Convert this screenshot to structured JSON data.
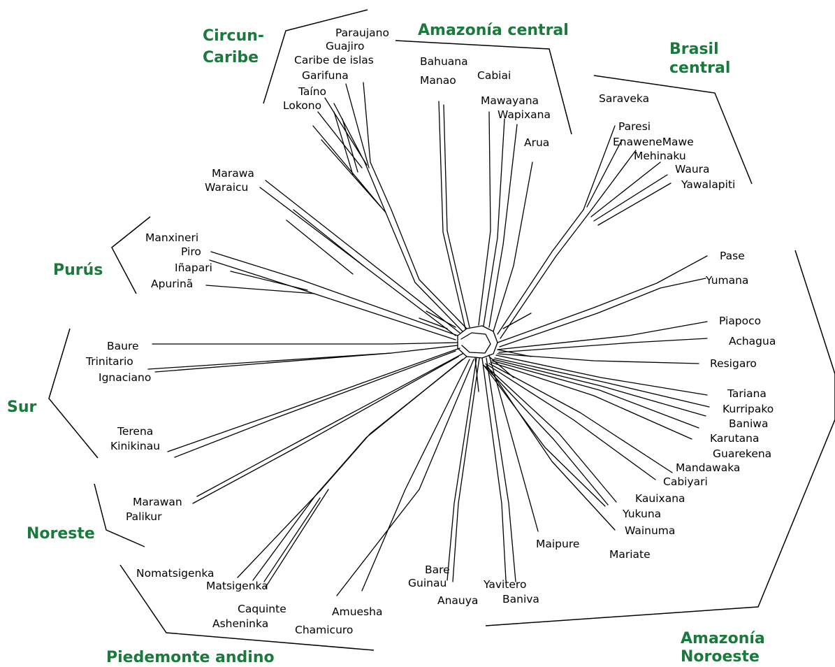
{
  "colors": {
    "group_label": "#1a7a3c",
    "lines": "#000000",
    "background": "#ffffff"
  },
  "groups": {
    "circun_caribe": [
      "Circun-",
      "Caribe"
    ],
    "amazonia_central": "Amazonía central",
    "brasil_central": [
      "Brasil",
      "central"
    ],
    "purus": "Purús",
    "sur": "Sur",
    "noreste": "Noreste",
    "piedemonte_andino": "Piedemonte andino",
    "amazonia_noroeste": [
      "Amazonía",
      "Noroeste"
    ]
  },
  "languages": {
    "paraujano": "Paraujano",
    "guajiro": "Guajiro",
    "caribe_de_islas": "Caribe de islas",
    "garifuna": "Garifuna",
    "taino": "Taíno",
    "lokono": "Lokono",
    "bahuana": "Bahuana",
    "manao": "Manao",
    "cabiai": "Cabiai",
    "mawayana": "Mawayana",
    "wapixana": "Wapixana",
    "arua": "Arua",
    "saraveka": "Saraveka",
    "paresi": "Paresi",
    "enawenemawe": "EnaweneMawe",
    "mehinaku": "Mehinaku",
    "waura": "Waura",
    "yawalapiti": "Yawalapiti",
    "marawa": "Marawa",
    "waraicu": "Waraicu",
    "manxineri": "Manxineri",
    "piro": "Piro",
    "inapari": "Iñapari",
    "apurina": "Apurinã",
    "pase": "Pase",
    "yumana": "Yumana",
    "piapoco": "Piapoco",
    "achagua": "Achagua",
    "resigaro": "Resigaro",
    "tariana": "Tariana",
    "kurripako": "Kurripako",
    "baniwa": "Baniwa",
    "karutana": "Karutana",
    "guarekena": "Guarekena",
    "mandawaka": "Mandawaka",
    "cabiyari": "Cabiyari",
    "kauixana": "Kauixana",
    "yukuna": "Yukuna",
    "wainuma": "Wainuma",
    "mariate": "Mariate",
    "maipure": "Maipure",
    "baure": "Baure",
    "trinitario": "Trinitario",
    "ignaciano": "Ignaciano",
    "terena": "Terena",
    "kinikinau": "Kinikinau",
    "marawan": "Marawan",
    "palikur": "Palikur",
    "nomatsigenka": "Nomatsigenka",
    "matsigenka": "Matsigenka",
    "caquinte": "Caquinte",
    "asheninka": "Asheninka",
    "chamicuro": "Chamicuro",
    "amuesha": "Amuesha",
    "bare": "Bare",
    "guinau": "Guinau",
    "anauya": "Anauya",
    "yavitero": "Yavitero",
    "baniva": "Baniva"
  }
}
